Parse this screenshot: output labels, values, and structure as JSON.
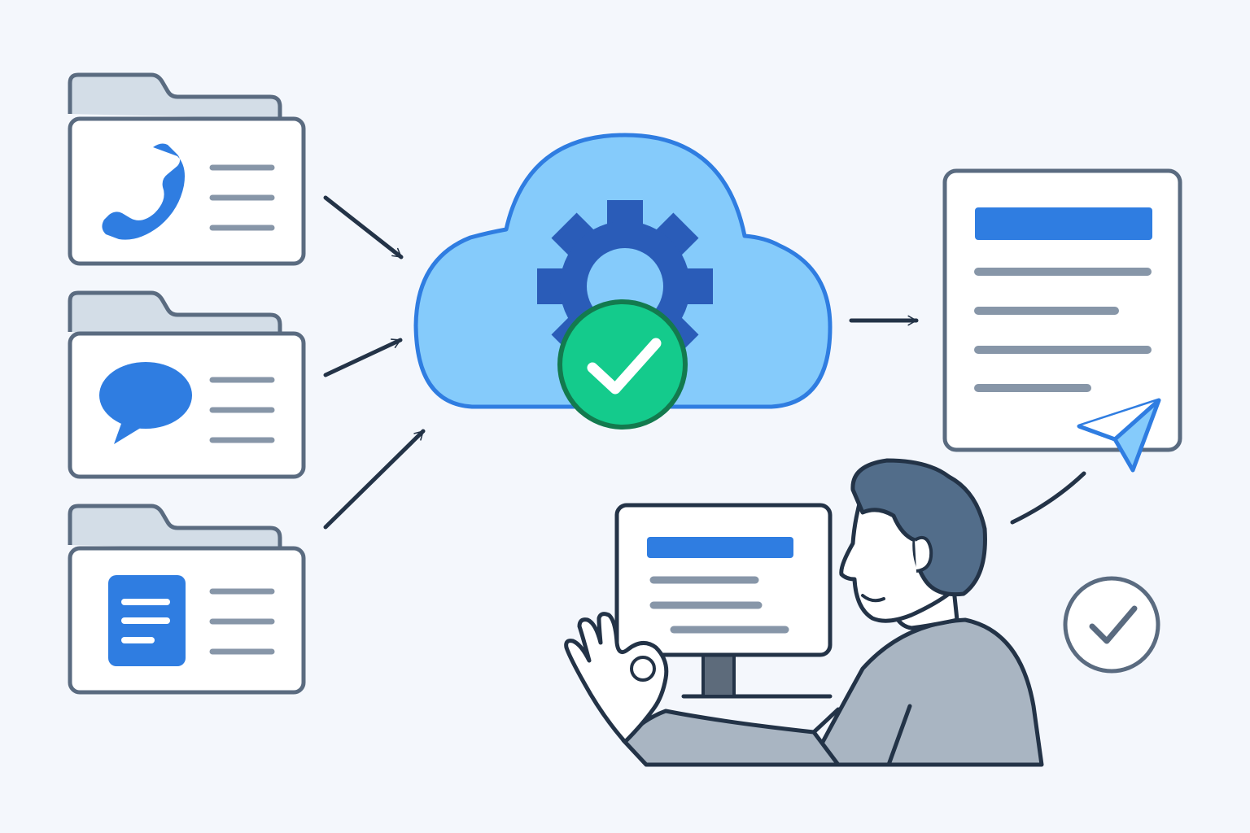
{
  "colors": {
    "background": "#f4f7fc",
    "outline": "#5a6b80",
    "dark_stroke": "#233347",
    "folder_fill": "#ffffff",
    "folder_tab": "#d3dde7",
    "line_gray": "#8796a8",
    "accent_blue": "#2f7de1",
    "cloud_fill": "#85cbfb",
    "cloud_stroke": "#2f7de1",
    "gear": "#2a5cb8",
    "check_green": "#14cb8c",
    "check_stroke": "#137a4e",
    "hair": "#526d8a",
    "shirt": "#a9b5c2",
    "skin": "#ffffff",
    "monitor_stand": "#5d6b7b"
  },
  "sources": [
    {
      "id": "calls",
      "icon": "phone-icon"
    },
    {
      "id": "messages",
      "icon": "chat-bubble-icon"
    },
    {
      "id": "documents",
      "icon": "document-icon"
    }
  ],
  "processing": {
    "icon": "cloud-gear-icon",
    "status_icon": "check-circle-icon"
  },
  "output": {
    "icon": "report-document-icon",
    "send_icon": "paper-plane-icon"
  },
  "user": {
    "icon": "person-at-computer",
    "gesture": "ok-hand-icon",
    "confirm_icon": "check-circle-outline-icon"
  }
}
